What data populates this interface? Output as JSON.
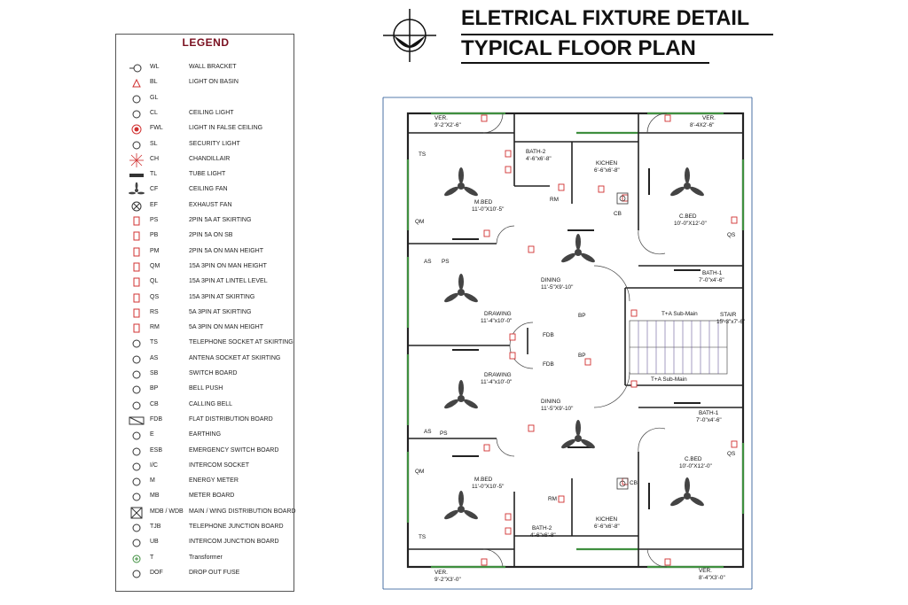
{
  "title": {
    "line1": "ELETRICAL FIXTURE DETAIL",
    "line2": "TYPICAL FLOOR PLAN"
  },
  "legend": {
    "heading": "LEGEND",
    "items": [
      {
        "code": "WL",
        "desc": "WALL BRACKET",
        "icon": "wall-bracket-icon"
      },
      {
        "code": "BL",
        "desc": "LIGHT ON BASIN",
        "icon": "basin-light-icon"
      },
      {
        "code": "GL",
        "desc": "",
        "icon": "globe-light-icon"
      },
      {
        "code": "CL",
        "desc": "CEILING LIGHT",
        "icon": "ceiling-light-icon"
      },
      {
        "code": "FWL",
        "desc": "LIGHT IN FALSE CEILING",
        "icon": "false-ceiling-light-icon"
      },
      {
        "code": "SL",
        "desc": "SECURITY LIGHT",
        "icon": "security-light-icon"
      },
      {
        "code": "CH",
        "desc": "CHANDILLAIR",
        "icon": "chandelier-icon"
      },
      {
        "code": "TL",
        "desc": "TUBE LIGHT",
        "icon": "tube-light-icon"
      },
      {
        "code": "CF",
        "desc": "CEILING FAN",
        "icon": "ceiling-fan-icon"
      },
      {
        "code": "EF",
        "desc": "EXHAUST FAN",
        "icon": "exhaust-fan-icon"
      },
      {
        "code": "PS",
        "desc": "2PIN 5A AT SKIRTING",
        "icon": "socket-icon"
      },
      {
        "code": "PB",
        "desc": "2PIN 5A ON SB",
        "icon": "socket-icon"
      },
      {
        "code": "PM",
        "desc": "2PIN 5A ON MAN HEIGHT",
        "icon": "socket-icon"
      },
      {
        "code": "QM",
        "desc": "15A 3PIN ON MAN HEIGHT",
        "icon": "socket-icon"
      },
      {
        "code": "QL",
        "desc": "15A 3PIN AT LINTEL LEVEL",
        "icon": "socket-icon"
      },
      {
        "code": "QS",
        "desc": "15A 3PIN AT SKIRTING",
        "icon": "socket-icon"
      },
      {
        "code": "RS",
        "desc": "5A 3PIN AT SKIRTING",
        "icon": "socket-icon"
      },
      {
        "code": "RM",
        "desc": "5A 3PIN ON MAN HEIGHT",
        "icon": "socket-icon"
      },
      {
        "code": "TS",
        "desc": "TELEPHONE SOCKET AT SKIRTING",
        "icon": "telephone-socket-icon"
      },
      {
        "code": "AS",
        "desc": "ANTENA SOCKET AT SKIRTING",
        "icon": "antenna-socket-icon"
      },
      {
        "code": "SB",
        "desc": "SWITCH BOARD",
        "icon": "switch-board-icon"
      },
      {
        "code": "BP",
        "desc": "BELL PUSH",
        "icon": "bell-push-icon"
      },
      {
        "code": "CB",
        "desc": "CALLING BELL",
        "icon": "calling-bell-icon"
      },
      {
        "code": "FDB",
        "desc": "FLAT DISTRIBUTION BOARD",
        "icon": "flat-distribution-board-icon"
      },
      {
        "code": "E",
        "desc": "EARTHING",
        "icon": "earthing-icon"
      },
      {
        "code": "ESB",
        "desc": "EMERGENCY SWITCH BOARD",
        "icon": "emergency-switch-board-icon"
      },
      {
        "code": "I/C",
        "desc": "INTERCOM SOCKET",
        "icon": "intercom-socket-icon"
      },
      {
        "code": "M",
        "desc": "ENERGY METER",
        "icon": "energy-meter-icon"
      },
      {
        "code": "MB",
        "desc": "METER BOARD",
        "icon": "meter-board-icon"
      },
      {
        "code": "MDB / WDB",
        "desc": "MAIN / WING DISTRIBUTION BOARD",
        "icon": "distribution-board-icon"
      },
      {
        "code": "TJB",
        "desc": "TELEPHONE JUNCTION BOARD",
        "icon": "telephone-junction-board-icon"
      },
      {
        "code": "UB",
        "desc": "INTERCOM JUNCTION BOARD",
        "icon": "intercom-junction-board-icon"
      },
      {
        "code": "T",
        "desc": "Transformer",
        "icon": "transformer-icon"
      },
      {
        "code": "DOF",
        "desc": "DROP OUT FUSE",
        "icon": "drop-out-fuse-icon"
      }
    ]
  },
  "plan": {
    "rooms": {
      "ver_tl": {
        "name": "VER.",
        "dim": "9'-2\"X2'-6\""
      },
      "ver_tr": {
        "name": "VER.",
        "dim": "8'-4X2'-6\""
      },
      "bath2_t": {
        "name": "BATH-2",
        "dim": "4'-6\"x6'-8\""
      },
      "kitchen_t": {
        "name": "KICHEN",
        "dim": "6'-6\"x6'-8\""
      },
      "mbed_t": {
        "name": "M.BED",
        "dim": "11'-0\"X10'-5\""
      },
      "cbed_t": {
        "name": "C.BED",
        "dim": "10'-0\"X12'-0\""
      },
      "bath1_t": {
        "name": "BATH-1",
        "dim": "7'-0\"x4'-6\""
      },
      "dining_t": {
        "name": "DINING",
        "dim": "11'-5\"X9'-10\""
      },
      "drawing_t": {
        "name": "DRAWING",
        "dim": "11'-4\"x10'-0\""
      },
      "stair": {
        "name": "STAIR",
        "dim": "15'-3\"x7'-6\""
      },
      "drawing_b": {
        "name": "DRAWING",
        "dim": "11'-4\"x10'-0\""
      },
      "dining_b": {
        "name": "DINING",
        "dim": "11'-5\"X9'-10\""
      },
      "bath1_b": {
        "name": "BATH-1",
        "dim": "7'-0\"x4'-6\""
      },
      "cbed_b": {
        "name": "C.BED",
        "dim": "10'-0\"X12'-0\""
      },
      "mbed_b": {
        "name": "M.BED",
        "dim": "11'-0\"X10'-5\""
      },
      "bath2_b": {
        "name": "BATH-2",
        "dim": "4'-6\"x6'-8\""
      },
      "kitchen_b": {
        "name": "KICHEN",
        "dim": "6'-6\"x6'-8\""
      },
      "ver_bl": {
        "name": "VER.",
        "dim": "9'-2\"X3'-0\""
      },
      "ver_br": {
        "name": "VER.",
        "dim": "8'-4\"X3'-0\""
      }
    },
    "tags": {
      "ts": "TS",
      "qm": "QM",
      "as": "AS",
      "ps": "PS",
      "rm": "RM",
      "cb": "CB",
      "qs": "QS",
      "fdb": "FDB",
      "bp": "BP",
      "ta_sub": "T+A  Sub-Main"
    }
  }
}
